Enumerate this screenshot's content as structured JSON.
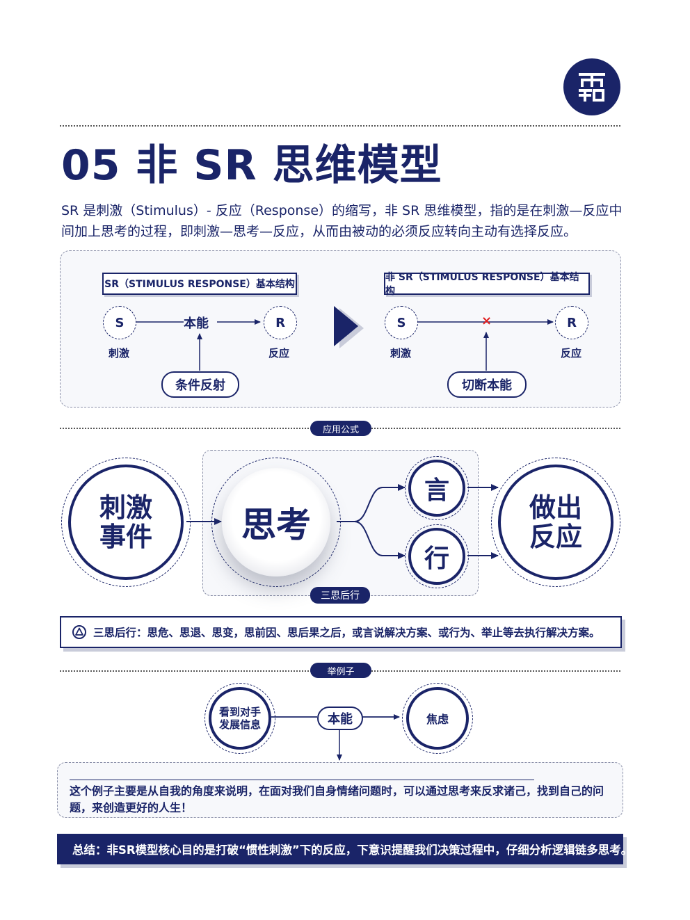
{
  "logo": {
    "icon": "brand-logo-icon"
  },
  "title": "05 非 SR 思维模型",
  "intro": "SR 是刺激（Stimulus）- 反应（Response）的缩写，非 SR 思维模型，指的是在刺激—反应中间加上思考的过程，即刺激—思考—反应，从而由被动的必须反应转向主动有选择反应。",
  "sr_left": {
    "label": "SR（STIMULUS RESPONSE）基本结构",
    "s": "S",
    "r": "R",
    "mid": "本能",
    "s_cap": "刺激",
    "r_cap": "反应",
    "pill": "条件反射"
  },
  "sr_right": {
    "label": "非 SR（STIMULUS RESPONSE）基本结构",
    "s": "S",
    "r": "R",
    "cut": "×",
    "s_cap": "刺激",
    "r_cap": "反应",
    "pill": "切断本能"
  },
  "formula": {
    "tag": "应用公式",
    "stimulus": "刺激\n事件",
    "think": "思考",
    "speak": "言",
    "act": "行",
    "result": "做出\n反应",
    "think_tag": "三思后行"
  },
  "note1": {
    "icon": "warning-icon",
    "text": "三思后行：思危、思退、思变，思前因、思后果之后，或言说解决方案、或行为、举止等去执行解决方案。"
  },
  "example": {
    "tag": "举例子",
    "left": "看到对手\n发展信息",
    "mid": "本能",
    "right": "焦虑",
    "text": "这个例子主要是从自我的角度来说明，在面对我们自身情绪问题时，可以通过思考来反求诸己，找到自己的问题，来创造更好的人生！"
  },
  "summary": {
    "icon": "note-icon",
    "text": "总结：非SR模型核心目的是打破“惯性刺激”下的反应，下意识提醒我们决策过程中，仔细分析逻辑链多思考。"
  },
  "colors": {
    "navy": "#1a2468",
    "red": "#e02020",
    "shadow": "#c9ccda"
  }
}
